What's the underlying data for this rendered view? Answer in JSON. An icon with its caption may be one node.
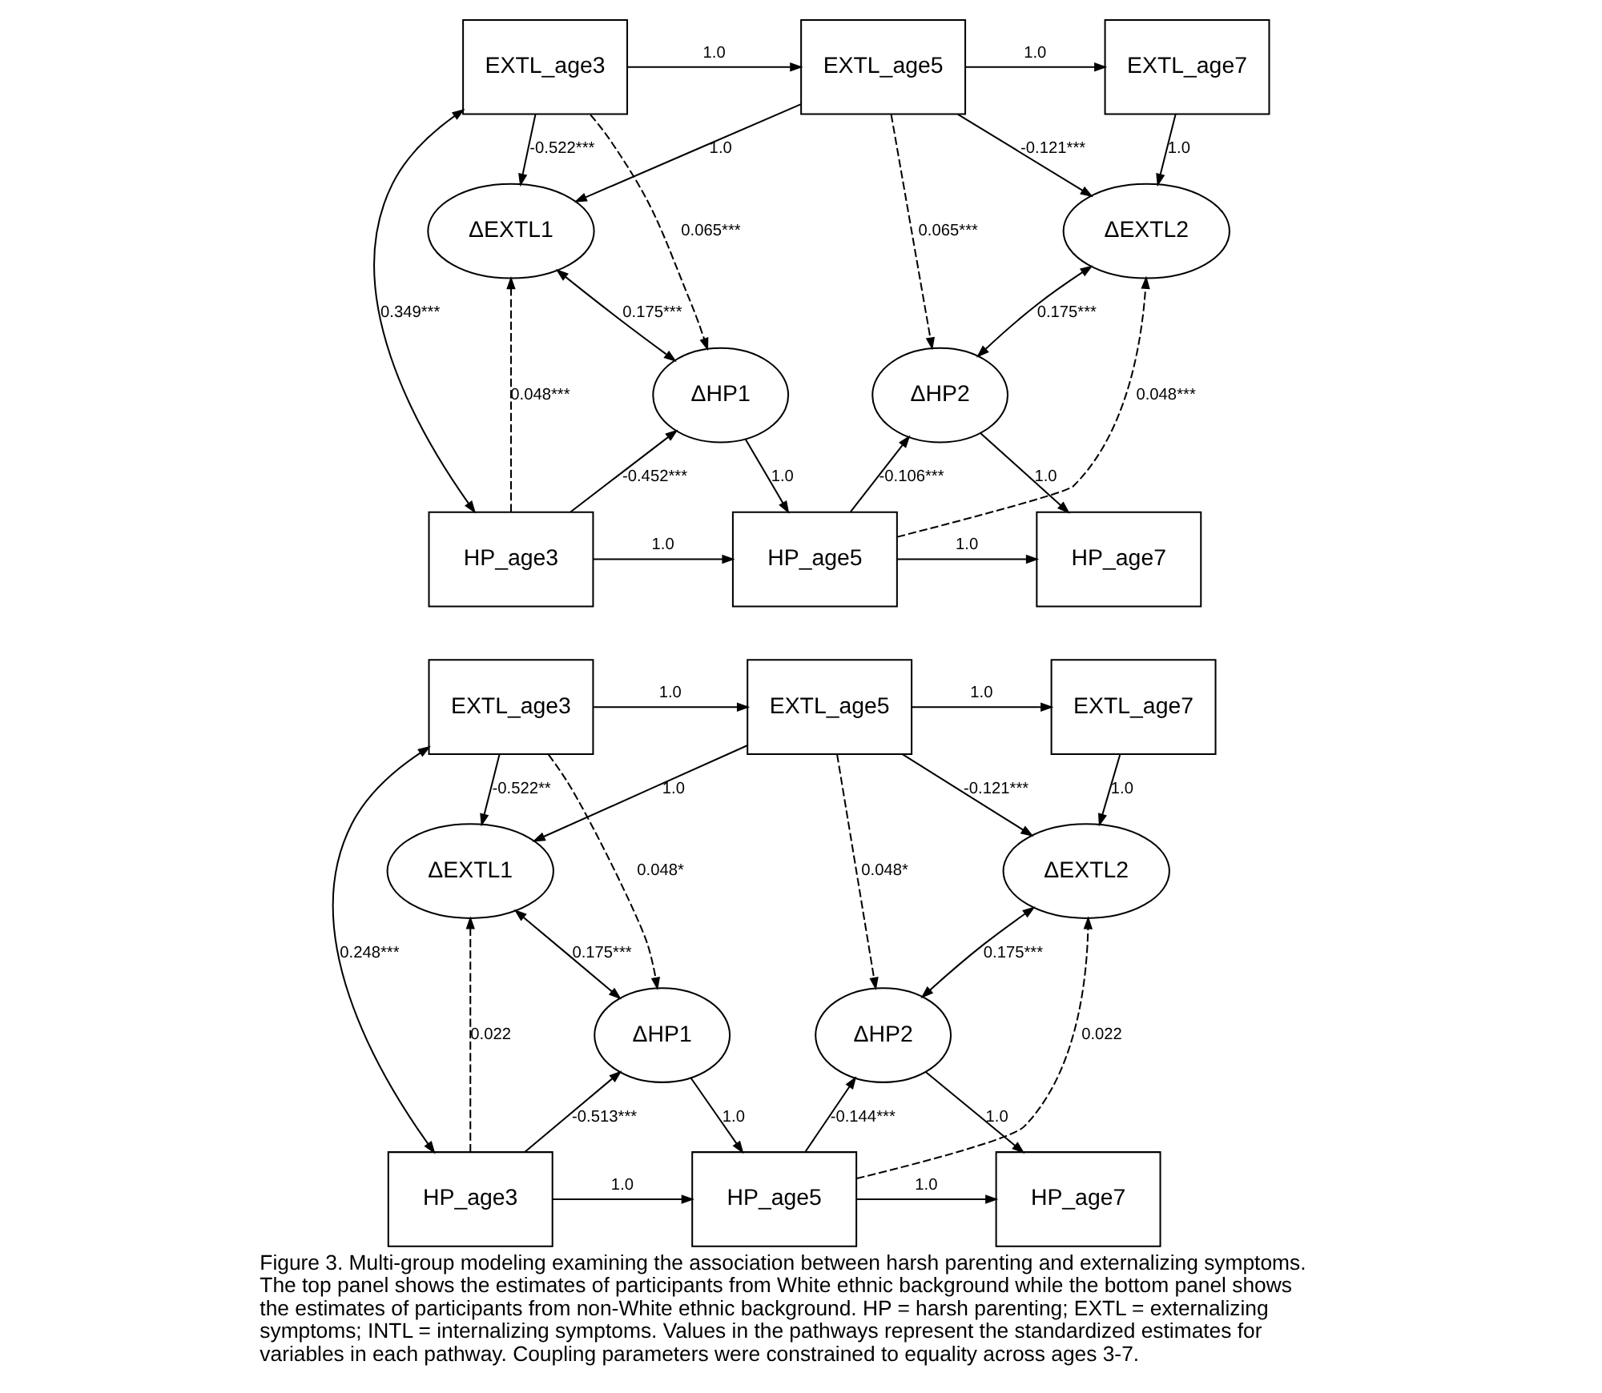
{
  "diagram": {
    "caption": "Figure 3. Multi-group modeling examining the association between harsh parenting and externalizing symptoms. The top panel shows the estimates of participants from White ethnic background while the bottom panel shows the estimates of participants from non-White ethnic background. HP = harsh parenting; EXTL = externalizing symptoms; INTL = internalizing symptoms. Values in the pathways represent the standardized estimates for variables in each pathway. Coupling parameters were constrained to equality across ages 3-7.",
    "nodes": [
      {
        "text": [
          "EXTL_age3"
        ]
      },
      {
        "text": [
          "EXTL_age5"
        ]
      },
      {
        "text": [
          "EXTL_age7"
        ]
      },
      {
        "text": [
          "ΔEXTL1"
        ]
      },
      {
        "text": [
          "ΔEXTL2"
        ]
      },
      {
        "text": [
          "ΔHP1"
        ]
      },
      {
        "text": [
          "ΔHP2"
        ]
      },
      {
        "text": [
          "HP_age3"
        ]
      },
      {
        "text": [
          "HP_age5"
        ]
      },
      {
        "text": [
          "HP_age7"
        ]
      },
      {
        "text": [
          "EXTL_age3"
        ]
      },
      {
        "text": [
          "EXTL_age5"
        ]
      },
      {
        "text": [
          "EXTL_age7"
        ]
      },
      {
        "text": [
          "ΔEXTL1"
        ]
      },
      {
        "text": [
          "ΔEXTL2"
        ]
      },
      {
        "text": [
          "ΔHP1"
        ]
      },
      {
        "text": [
          "ΔHP2"
        ]
      },
      {
        "text": [
          "HP_age3"
        ]
      },
      {
        "text": [
          "HP_age5"
        ]
      },
      {
        "text": [
          "HP_age7"
        ]
      }
    ],
    "edges": [
      {
        "from": 0,
        "to": 1,
        "arrow": "to",
        "label": "1.0"
      },
      {
        "from": 1,
        "to": 2,
        "arrow": "to",
        "label": "1.0"
      },
      {
        "from": 0,
        "to": 3,
        "arrow": "to",
        "label": "-0.522***"
      },
      {
        "from": 0,
        "to": 5,
        "arrow": "to",
        "label": "0.065***",
        "style": "dashed"
      },
      {
        "from": 1,
        "to": 3,
        "arrow": "to",
        "label": "1.0"
      },
      {
        "from": 1,
        "to": 4,
        "arrow": "to",
        "label": "-0.121***"
      },
      {
        "from": 1,
        "to": 6,
        "arrow": "to",
        "label": "0.065***",
        "style": "dashed"
      },
      {
        "from": 2,
        "to": 4,
        "arrow": "to",
        "label": "1.0"
      },
      {
        "from": 3,
        "to": 5,
        "arrow": "both",
        "label": "0.175***"
      },
      {
        "from": 4,
        "to": 6,
        "arrow": "both",
        "label": "0.175***"
      },
      {
        "from": 0,
        "to": 7,
        "arrow": "both",
        "label": "0.349***"
      },
      {
        "from": 7,
        "to": 3,
        "arrow": "to",
        "label": "0.048***",
        "style": "dashed"
      },
      {
        "from": 7,
        "to": 5,
        "arrow": "to",
        "label": "-0.452***"
      },
      {
        "from": 5,
        "to": 8,
        "arrow": "to",
        "label": "1.0"
      },
      {
        "from": 7,
        "to": 8,
        "arrow": "to",
        "label": "1.0"
      },
      {
        "from": 8,
        "to": 4,
        "arrow": "to",
        "label": "0.048***",
        "style": "dashed"
      },
      {
        "from": 8,
        "to": 6,
        "arrow": "to",
        "label": "-0.106***"
      },
      {
        "from": 6,
        "to": 9,
        "arrow": "to",
        "label": "1.0"
      },
      {
        "from": 8,
        "to": 9,
        "arrow": "to",
        "label": "1.0"
      },
      {
        "from": 10,
        "to": 11,
        "arrow": "to",
        "label": "1.0"
      },
      {
        "from": 11,
        "to": 12,
        "arrow": "to",
        "label": "1.0"
      },
      {
        "from": 10,
        "to": 13,
        "arrow": "to",
        "label": "-0.522**"
      },
      {
        "from": 10,
        "to": 15,
        "arrow": "to",
        "label": "0.048*",
        "style": "dashed"
      },
      {
        "from": 11,
        "to": 13,
        "arrow": "to",
        "label": "1.0"
      },
      {
        "from": 11,
        "to": 14,
        "arrow": "to",
        "label": "-0.121***"
      },
      {
        "from": 11,
        "to": 16,
        "arrow": "to",
        "label": "0.048*",
        "style": "dashed"
      },
      {
        "from": 12,
        "to": 14,
        "arrow": "to",
        "label": "1.0"
      },
      {
        "from": 13,
        "to": 15,
        "arrow": "both",
        "label": "0.175***"
      },
      {
        "from": 14,
        "to": 16,
        "arrow": "both",
        "label": "0.175***"
      },
      {
        "from": 10,
        "to": 17,
        "arrow": "both",
        "label": "0.248***"
      },
      {
        "from": 17,
        "to": 13,
        "arrow": "to",
        "label": "0.022",
        "style": "dashed"
      },
      {
        "from": 17,
        "to": 15,
        "arrow": "to",
        "label": "-0.513***"
      },
      {
        "from": 15,
        "to": 18,
        "arrow": "to",
        "label": "1.0"
      },
      {
        "from": 17,
        "to": 18,
        "arrow": "to",
        "label": "1.0"
      },
      {
        "from": 18,
        "to": 14,
        "arrow": "to",
        "label": "0.022",
        "style": "dashed"
      },
      {
        "from": 18,
        "to": 16,
        "arrow": "to",
        "label": "-0.144***"
      },
      {
        "from": 16,
        "to": 19,
        "arrow": "to",
        "label": "1.0"
      },
      {
        "from": 18,
        "to": 19,
        "arrow": "to",
        "label": "1.0"
      }
    ]
  }
}
